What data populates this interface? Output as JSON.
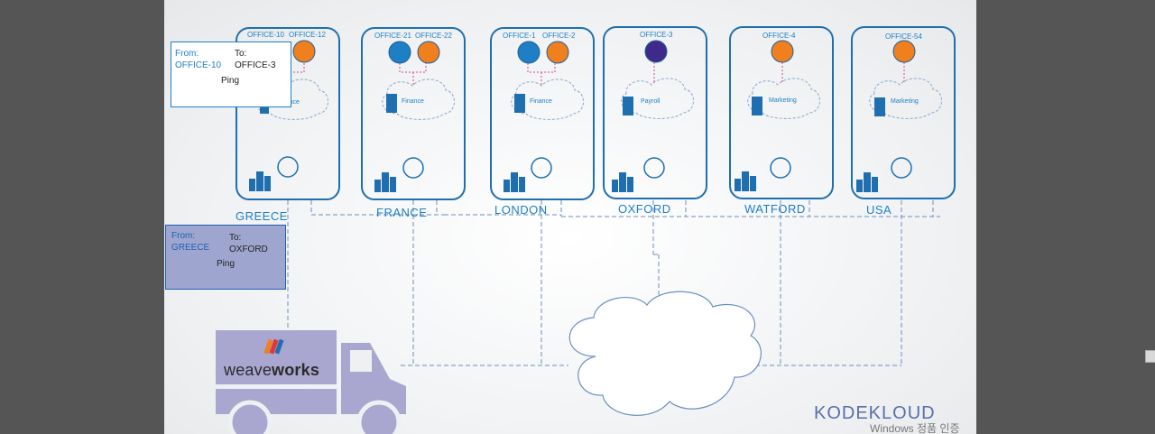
{
  "nodes": [
    {
      "label": "GREECE",
      "offices": [
        "OFFICE-10",
        "OFFICE-12"
      ],
      "dept": "Finance"
    },
    {
      "label": "FRANCE",
      "offices": [
        "OFFICE-21",
        "OFFICE-22"
      ],
      "dept": "Finance"
    },
    {
      "label": "LONDON",
      "offices": [
        "OFFICE-1",
        "OFFICE-2"
      ],
      "dept": "Finance"
    },
    {
      "label": "OXFORD",
      "offices": [
        "OFFICE-3"
      ],
      "dept": "Payroll"
    },
    {
      "label": "WATFORD",
      "offices": [
        "OFFICE-4"
      ],
      "dept": "Marketing"
    },
    {
      "label": "USA",
      "offices": [
        "OFFICE-54"
      ],
      "dept": "Marketing"
    }
  ],
  "popup_top": {
    "from_label": "From:",
    "from_value": "OFFICE-10",
    "to_label": "To:",
    "to_value": "OFFICE-3",
    "action": "Ping"
  },
  "popup_bottom": {
    "from_label": "From:",
    "from_value": "GREECE",
    "to_label": "To:",
    "to_value": "OXFORD",
    "action": "Ping"
  },
  "truck_logo": {
    "light": "weave",
    "bold": "works"
  },
  "brand": "KODEKLOUD",
  "watermark": "Windows 정품 인증",
  "colors": {
    "blue": "#1f7fc4",
    "orange": "#f07f1e",
    "purple": "#3f2a8c",
    "truck": "#a9a6cf",
    "line": "#6b8fc0"
  }
}
